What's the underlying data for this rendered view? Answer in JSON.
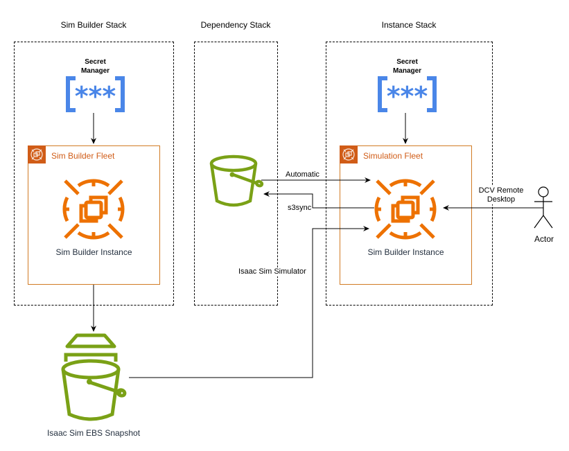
{
  "stacks": {
    "sim_builder": {
      "title": "Sim Builder Stack"
    },
    "dependency": {
      "title": "Dependency Stack"
    },
    "instance": {
      "title": "Instance Stack"
    }
  },
  "sim_builder_stack": {
    "secret_manager": {
      "label_line1": "Secret",
      "label_line2": "Manager",
      "icon": "secret-manager-icon"
    },
    "fleet": {
      "title": "Sim Builder Fleet",
      "icon": "auto-scaling-group-icon"
    },
    "instance": {
      "label": "Sim Builder Instance",
      "icon": "ec2-instance-icon"
    }
  },
  "dependency_stack": {
    "bucket": {
      "icon": "s3-bucket-icon"
    }
  },
  "instance_stack": {
    "secret_manager": {
      "label_line1": "Secret",
      "label_line2": "Manager",
      "icon": "secret-manager-icon"
    },
    "fleet": {
      "title": "Simulation Fleet",
      "icon": "auto-scaling-group-icon"
    },
    "instance": {
      "label": "Sim Builder Instance",
      "icon": "ec2-instance-icon"
    }
  },
  "snapshot": {
    "label": "Isaac Sim EBS Snapshot",
    "icon": "ebs-snapshot-icon"
  },
  "actor": {
    "label": "Actor",
    "icon": "actor-stick-figure-icon"
  },
  "edges": {
    "automatic": "Automatic",
    "s3sync": "s3sync",
    "isaac_sim_simulator": "Isaac Sim Simulator",
    "dcv_line1": "DCV Remote",
    "dcv_line2": "Desktop"
  },
  "colors": {
    "secret_blue": "#4A86E8",
    "ec2_orange": "#ED7100",
    "fleet_orange": "#D05C17",
    "s3_green": "#7AA116"
  }
}
